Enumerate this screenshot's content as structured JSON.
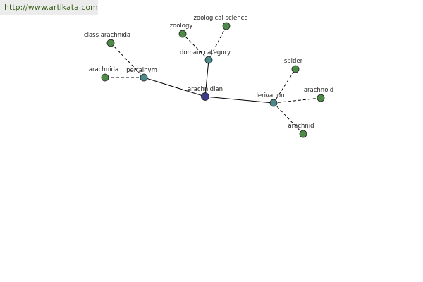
{
  "header": {
    "link_text": "http://www.artikata.com"
  },
  "colors": {
    "center": "#3b3b8c",
    "relation": "#4a8a8a",
    "leaf": "#4e8a48"
  },
  "graph": {
    "nodes": {
      "center": {
        "label": "arachnidian",
        "kind": "center"
      },
      "pertainym": {
        "label": "pertainym",
        "kind": "relation"
      },
      "domain_category": {
        "label": "domain category",
        "kind": "relation"
      },
      "derivation": {
        "label": "derivation",
        "kind": "relation"
      },
      "class_arachnida": {
        "label": "class arachnida",
        "kind": "leaf"
      },
      "arachnida": {
        "label": "arachnida",
        "kind": "leaf"
      },
      "zoology": {
        "label": "zoology",
        "kind": "leaf"
      },
      "zoological_science": {
        "label": "zoological science",
        "kind": "leaf"
      },
      "spider": {
        "label": "spider",
        "kind": "leaf"
      },
      "arachnoid": {
        "label": "arachnoid",
        "kind": "leaf"
      },
      "arachnid": {
        "label": "arachnid",
        "kind": "leaf"
      }
    },
    "edges": [
      {
        "from": "center",
        "to": "pertainym",
        "style": "solid"
      },
      {
        "from": "center",
        "to": "domain_category",
        "style": "solid"
      },
      {
        "from": "center",
        "to": "derivation",
        "style": "solid"
      },
      {
        "from": "pertainym",
        "to": "class_arachnida",
        "style": "dashed"
      },
      {
        "from": "pertainym",
        "to": "arachnida",
        "style": "dashed"
      },
      {
        "from": "domain_category",
        "to": "zoology",
        "style": "dashed"
      },
      {
        "from": "domain_category",
        "to": "zoological_science",
        "style": "dashed"
      },
      {
        "from": "derivation",
        "to": "spider",
        "style": "dashed"
      },
      {
        "from": "derivation",
        "to": "arachnoid",
        "style": "dashed"
      },
      {
        "from": "derivation",
        "to": "arachnid",
        "style": "dashed"
      }
    ]
  }
}
